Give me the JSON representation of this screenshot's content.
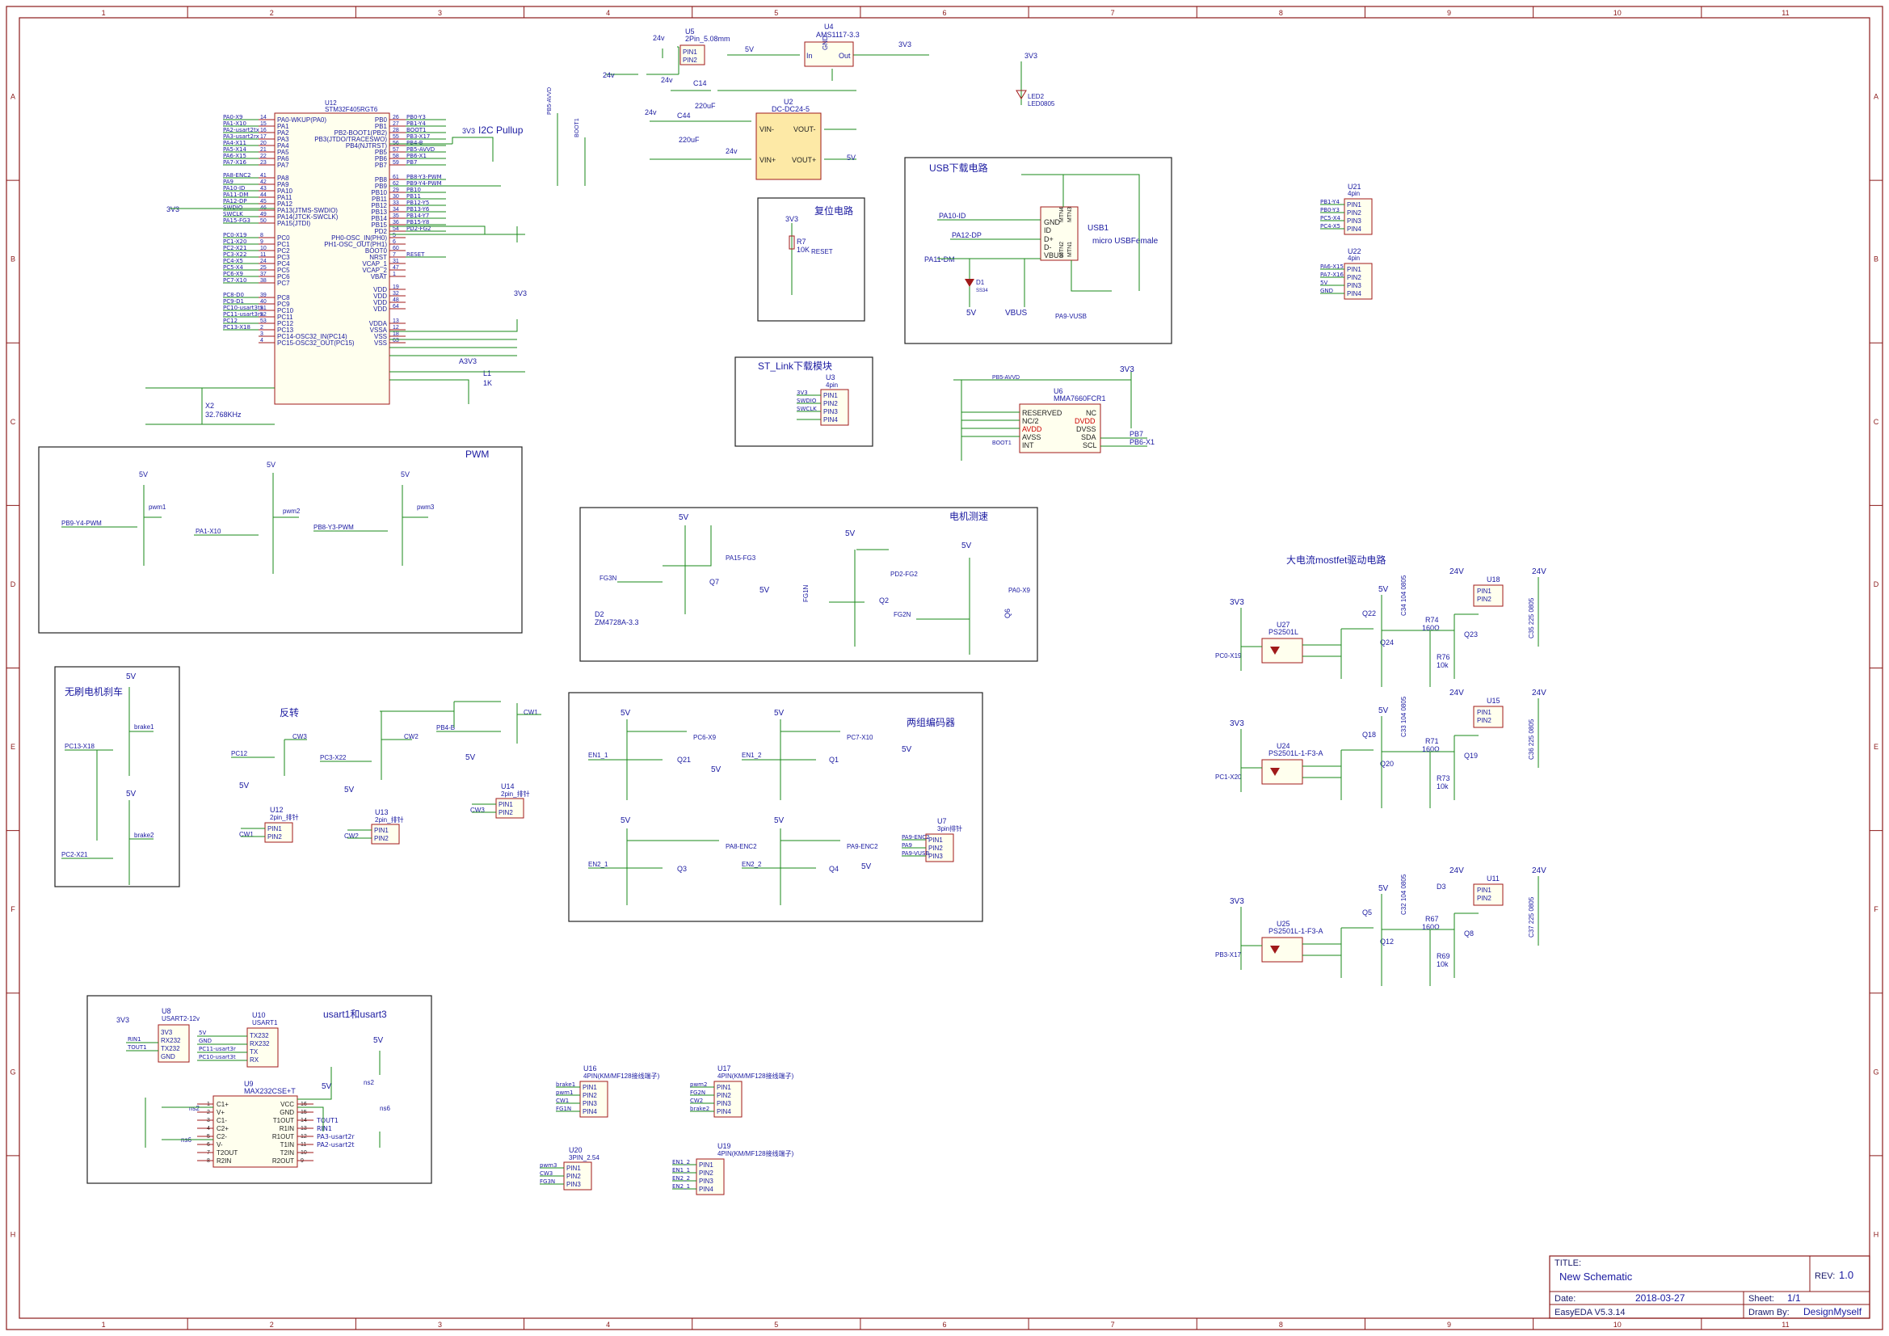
{
  "grid": {
    "cols": [
      "1",
      "2",
      "3",
      "4",
      "5",
      "6",
      "7",
      "8",
      "9",
      "10",
      "11"
    ],
    "rows": [
      "A",
      "B",
      "C",
      "D",
      "E",
      "F",
      "G",
      "H"
    ]
  },
  "blocks": {
    "i2c": "I2C Pullup",
    "usb": "USB下载电路",
    "reset": "复位电路",
    "stlink": "ST_Link下载模块",
    "pwm": "PWM",
    "motor_speed": "电机测速",
    "mosfet": "大电流mostfet驱动电路",
    "brake": "无刷电机刹车",
    "reverse": "反转",
    "encoder": "两组编码器",
    "uart": "usart1和usart3"
  },
  "mcu": {
    "ref": "U12",
    "part": "STM32F405RGT6",
    "left_pins": [
      {
        "net": "PA0-X9",
        "num": "14",
        "pin": "PA0-WKUP(PA0)"
      },
      {
        "net": "PA1-X10",
        "num": "15",
        "pin": "PA1"
      },
      {
        "net": "PA2-usart2tx",
        "num": "16",
        "pin": "PA2"
      },
      {
        "net": "PA3-usart2rx",
        "num": "17",
        "pin": "PA3"
      },
      {
        "net": "PA4-X11",
        "num": "20",
        "pin": "PA4"
      },
      {
        "net": "PA5-X14",
        "num": "21",
        "pin": "PA5"
      },
      {
        "net": "PA6-X15",
        "num": "22",
        "pin": "PA6"
      },
      {
        "net": "PA7-X16",
        "num": "23",
        "pin": "PA7"
      },
      {
        "net": "PA8-ENC2",
        "num": "41",
        "pin": "PA8"
      },
      {
        "net": "PA9",
        "num": "42",
        "pin": "PA9"
      },
      {
        "net": "PA10-ID",
        "num": "43",
        "pin": "PA10"
      },
      {
        "net": "PA11-DM",
        "num": "44",
        "pin": "PA11"
      },
      {
        "net": "PA12-DP",
        "num": "45",
        "pin": "PA12"
      },
      {
        "net": "SWDIO",
        "num": "46",
        "pin": "PA13(JTMS-SWDIO)"
      },
      {
        "net": "SWCLK",
        "num": "49",
        "pin": "PA14(JTCK-SWCLK)"
      },
      {
        "net": "PA15-FG3",
        "num": "50",
        "pin": "PA15(JTDI)"
      },
      {
        "net": "PC0-X19",
        "num": "8",
        "pin": "PC0"
      },
      {
        "net": "PC1-X20",
        "num": "9",
        "pin": "PC1"
      },
      {
        "net": "PC2-X21",
        "num": "10",
        "pin": "PC2"
      },
      {
        "net": "PC3-X22",
        "num": "11",
        "pin": "PC3"
      },
      {
        "net": "PC4-X5",
        "num": "24",
        "pin": "PC4"
      },
      {
        "net": "PC5-X4",
        "num": "25",
        "pin": "PC5"
      },
      {
        "net": "PC6-X9",
        "num": "37",
        "pin": "PC6"
      },
      {
        "net": "PC7-X10",
        "num": "38",
        "pin": "PC7"
      },
      {
        "net": "PC8-D0",
        "num": "39",
        "pin": "PC8"
      },
      {
        "net": "PC9-D1",
        "num": "40",
        "pin": "PC9"
      },
      {
        "net": "PC10-usart3tx",
        "num": "51",
        "pin": "PC10"
      },
      {
        "net": "PC11-usart3rx",
        "num": "52",
        "pin": "PC11"
      },
      {
        "net": "PC12",
        "num": "53",
        "pin": "PC12"
      },
      {
        "net": "PC13-X18",
        "num": "2",
        "pin": "PC13"
      },
      {
        "net": "",
        "num": "3",
        "pin": "PC14-OSC32_IN(PC14)"
      },
      {
        "net": "",
        "num": "4",
        "pin": "PC15-OSC32_OUT(PC15)"
      }
    ],
    "right_pins": [
      {
        "pin": "PB0",
        "num": "26",
        "net": "PB0-Y3"
      },
      {
        "pin": "PB1",
        "num": "27",
        "net": "PB1-Y4"
      },
      {
        "pin": "PB2-BOOT1(PB2)",
        "num": "28",
        "net": "BOOT1"
      },
      {
        "pin": "PB3(JTDO/TRACESWO)",
        "num": "55",
        "net": "PB3-X17"
      },
      {
        "pin": "PB4(NJTRST)",
        "num": "56",
        "net": "PB4-B"
      },
      {
        "pin": "PB5",
        "num": "57",
        "net": "PB5-AVVD"
      },
      {
        "pin": "PB6",
        "num": "58",
        "net": "PB6-X1"
      },
      {
        "pin": "PB7",
        "num": "59",
        "net": "PB7"
      },
      {
        "pin": "PB8",
        "num": "61",
        "net": "PB8-Y3-PWM"
      },
      {
        "pin": "PB9",
        "num": "62",
        "net": "PB9-Y4-PWM"
      },
      {
        "pin": "PB10",
        "num": "29",
        "net": "PB10"
      },
      {
        "pin": "PB11",
        "num": "30",
        "net": "PB11"
      },
      {
        "pin": "PB12",
        "num": "33",
        "net": "PB12-Y5"
      },
      {
        "pin": "PB13",
        "num": "34",
        "net": "PB13-Y6"
      },
      {
        "pin": "PB14",
        "num": "35",
        "net": "PB14-Y7"
      },
      {
        "pin": "PB15",
        "num": "36",
        "net": "PB15-Y8"
      },
      {
        "pin": "PD2",
        "num": "54",
        "net": "PD2-FG2"
      },
      {
        "pin": "PH0-OSC_IN(PH0)",
        "num": "5",
        "net": ""
      },
      {
        "pin": "PH1-OSC_OUT(PH1)",
        "num": "6",
        "net": ""
      },
      {
        "pin": "BOOT0",
        "num": "60",
        "net": ""
      },
      {
        "pin": "NRST",
        "num": "7",
        "net": "RESET"
      },
      {
        "pin": "VCAP_1",
        "num": "31",
        "net": ""
      },
      {
        "pin": "VCAP_2",
        "num": "47",
        "net": ""
      },
      {
        "pin": "VBAT",
        "num": "1",
        "net": ""
      },
      {
        "pin": "VDD",
        "num": "19",
        "net": ""
      },
      {
        "pin": "VDD",
        "num": "32",
        "net": ""
      },
      {
        "pin": "VDD",
        "num": "48",
        "net": ""
      },
      {
        "pin": "VDD",
        "num": "64",
        "net": ""
      },
      {
        "pin": "VDDA",
        "num": "13",
        "net": ""
      },
      {
        "pin": "VSSA",
        "num": "12",
        "net": ""
      },
      {
        "pin": "VSS",
        "num": "18",
        "net": ""
      },
      {
        "pin": "VSS",
        "num": "63",
        "net": ""
      }
    ]
  },
  "net_labels": {
    "v3v3": "3V3",
    "v5": "5V",
    "v24": "24v",
    "v24u": "24V",
    "a3v3": "A3V3",
    "vbus": "VBUS",
    "pa9_vusb": "PA9-VUSB",
    "reset": "RESET",
    "pb5_avvd": "PB5-AVVD",
    "boot1": "BOOT1",
    "pb7": "PB7",
    "pb6_x1": "PB6-X1",
    "pa10_id": "PA10-ID",
    "pa12_dp": "PA12-DP",
    "pa11_dm": "PA11-DM",
    "pb9_y4_pwm": "PB9-Y4-PWM",
    "pa1_x10": "PA1-X10",
    "pb8_y3_pwm": "PB8-Y3-PWM",
    "pwm1": "pwm1",
    "pwm2": "pwm2",
    "pwm3": "pwm3",
    "pa15_fg3": "PA15-FG3",
    "pd2_fg2": "PD2-FG2",
    "fg3n": "FG3N",
    "fg1n": "FG1N",
    "fg2n": "FG2N",
    "pa0_x9": "PA0-X9",
    "pc13_x18": "PC13-X18",
    "pc2_x21": "PC2-X21",
    "brake1": "brake1",
    "brake2": "brake2",
    "pc12": "PC12",
    "pc3_x22": "PC3-X22",
    "pb4_b": "PB4-B",
    "cw1": "CW1",
    "cw2": "CW2",
    "cw3": "CW3",
    "pc6_x9": "PC6-X9",
    "pc7_x10": "PC7-X10",
    "en1_1": "EN1_1",
    "en1_2": "EN1_2",
    "en2_1": "EN2_1",
    "en2_2": "EN2_2",
    "pa8_enc2": "PA8-ENC2",
    "pa9_enc2": "PA9-ENC2",
    "pc0_x19": "PC0-X19",
    "pc1_x20": "PC1-X20",
    "pb3_x17": "PB3-X17",
    "rin1": "RIN1",
    "tout1": "TOUT1",
    "pa3_usart2r": "PA3-usart2r",
    "pa2_usart2t": "PA2-usart2t",
    "pc11_usart3r": "PC11-usart3r",
    "pc10_usart3t": "PC10-usart3t",
    "ns2": "ns2",
    "ns6": "ns6",
    "gnd": "GND"
  },
  "parts": {
    "u5": {
      "ref": "U5",
      "val": "2Pin_5.08mm"
    },
    "u4": {
      "ref": "U4",
      "val": "AMS1117-3.3"
    },
    "c14": {
      "ref": "C14",
      "val": "220uF"
    },
    "c44": {
      "ref": "C44",
      "val": "220uF"
    },
    "u2": {
      "ref": "U2",
      "val": "DC-DC24-5"
    },
    "led2": {
      "ref": "LED2",
      "val": "LED0805"
    },
    "r7": {
      "ref": "R7",
      "val": "10K"
    },
    "usb1": {
      "ref": "USB1",
      "val": "micro USBFemale"
    },
    "d1": {
      "ref": "D1",
      "val": "SS34"
    },
    "u21": {
      "ref": "U21",
      "val": "4pin"
    },
    "u22": {
      "ref": "U22",
      "val": "4pin"
    },
    "u3": {
      "ref": "U3",
      "val": "4pin"
    },
    "u6": {
      "ref": "U6",
      "val": "MMA7660FCR1"
    },
    "x2": {
      "ref": "X2",
      "val": "32.768KHz"
    },
    "l1": {
      "ref": "L1",
      "val": "1K"
    },
    "d2": {
      "ref": "D2",
      "val": "ZM4728A-3.3"
    },
    "q7": {
      "ref": "Q7"
    },
    "q2": {
      "ref": "Q2"
    },
    "q6": {
      "ref": "Q6"
    },
    "u27": {
      "ref": "U27",
      "val": "PS2501L"
    },
    "u24": {
      "ref": "U24",
      "val": "PS2501L-1-F3-A"
    },
    "u25": {
      "ref": "U25",
      "val": "PS2501L-1-F3-A"
    },
    "q22": {
      "ref": "Q22"
    },
    "q24": {
      "ref": "Q24"
    },
    "q23": {
      "ref": "Q23"
    },
    "q18": {
      "ref": "Q18"
    },
    "q20": {
      "ref": "Q20"
    },
    "q19": {
      "ref": "Q19"
    },
    "q5": {
      "ref": "Q5"
    },
    "q12": {
      "ref": "Q12"
    },
    "q8": {
      "ref": "Q8"
    },
    "r74": {
      "ref": "R74",
      "val": "160Ω"
    },
    "r76": {
      "ref": "R76",
      "val": "10k"
    },
    "r71": {
      "ref": "R71",
      "val": "160Ω"
    },
    "r73": {
      "ref": "R73",
      "val": "10k"
    },
    "r67": {
      "ref": "R67",
      "val": "160Ω"
    },
    "r69": {
      "ref": "R69",
      "val": "10k"
    },
    "u18": {
      "ref": "U18"
    },
    "u15": {
      "ref": "U15"
    },
    "u11": {
      "ref": "U11"
    },
    "c35": {
      "ref": "C35",
      "val": "225 0805"
    },
    "c36": {
      "ref": "C36",
      "val": "225 0805"
    },
    "c37": {
      "ref": "C37",
      "val": "225 0805"
    },
    "c34": {
      "ref": "C34",
      "val": "104 0805"
    },
    "c33": {
      "ref": "C33",
      "val": "104 0805"
    },
    "c32": {
      "ref": "C32",
      "val": "104 0805"
    },
    "d3": {
      "ref": "D3"
    },
    "u12b": {
      "ref": "U12",
      "val": "2pin_排针"
    },
    "u13": {
      "ref": "U13",
      "val": "2pin_排针"
    },
    "u14": {
      "ref": "U14",
      "val": "2pin_排针"
    },
    "q21": {
      "ref": "Q21"
    },
    "q1": {
      "ref": "Q1"
    },
    "q3": {
      "ref": "Q3"
    },
    "q4": {
      "ref": "Q4"
    },
    "u7": {
      "ref": "U7",
      "val": "3pin排针"
    },
    "u8": {
      "ref": "U8",
      "val": "USART2-12v"
    },
    "u10": {
      "ref": "U10",
      "val": "USART1"
    },
    "u9": {
      "ref": "U9",
      "val": "MAX232CSE+T"
    },
    "u16": {
      "ref": "U16",
      "val": "4PIN(KM/MF128接线端子)"
    },
    "u17": {
      "ref": "U17",
      "val": "4PIN(KM/MF128接线端子)"
    },
    "u20": {
      "ref": "U20",
      "val": "3PIN_2.54"
    },
    "u19": {
      "ref": "U19",
      "val": "4PIN(KM/MF128接线端子)"
    }
  },
  "pin_names": {
    "pin1": "PIN1",
    "pin2": "PIN2",
    "pin3": "PIN3",
    "pin4": "PIN4",
    "vin_minus": "VIN-",
    "vin_plus": "VIN+",
    "vout_minus": "VOUT-",
    "vout_plus": "VOUT+",
    "in": "In",
    "out": "Out",
    "gnd": "GND",
    "usb_gnd": "GND",
    "usb_id": "ID",
    "usb_dp": "D+",
    "usb_dm": "D-",
    "usb_vbus": "VBUS",
    "mtn1": "MTN1",
    "mtn2": "MTN2",
    "mtn3": "MTN3",
    "mtn4": "MTN4",
    "acc_reserved": "RESERVED",
    "acc_nc2": "NC/2",
    "acc_avdd": "AVDD",
    "acc_avss": "AVSS",
    "acc_int": "INT",
    "acc_nc": "NC",
    "acc_dvdd": "DVDD",
    "acc_dvss": "DVSS",
    "acc_sda": "SDA",
    "acc_scl": "SCL",
    "max_c1p": "C1+",
    "max_vp": "V+",
    "max_c1m": "C1-",
    "max_c2p": "C2+",
    "max_c2m": "C2-",
    "max_vm": "V-",
    "max_t2out": "T2OUT",
    "max_r2in": "R2IN",
    "max_vcc": "VCC",
    "max_gnd": "GND",
    "max_t1out": "T1OUT",
    "max_r1in": "R1IN",
    "max_r1out": "R1OUT",
    "max_t1in": "T1IN",
    "max_t2in": "T2IN",
    "max_r2out": "R2OUT",
    "u8_3v3": "3V3",
    "u8_rx": "RX232",
    "u8_tx": "TX232",
    "u8_gnd": "GND",
    "u10_tx": "TX232",
    "u10_rx": "RX232",
    "u10_tx2": "TX",
    "u10_rx2": "RX"
  },
  "conn_nets": {
    "u21": [
      "PB1-Y4",
      "PB0-Y3",
      "PC5-X4",
      "PC4-X5"
    ],
    "u22": [
      "PA6-X15",
      "PA7-X16",
      "5V",
      "GND"
    ],
    "u3": [
      "3V3",
      "SWDIO",
      "SWCLK",
      ""
    ],
    "u16": [
      "brake1",
      "pwm1",
      "CW1",
      "FG1N"
    ],
    "u17": [
      "pwm2",
      "FG2N",
      "CW2",
      "brake2"
    ],
    "u20": [
      "pwm3",
      "CW3",
      "FG3N"
    ],
    "u19": [
      "EN1_2",
      "EN1_1",
      "EN2_2",
      "EN2_1"
    ],
    "u7": [
      "PA9-ENC2",
      "PA9",
      "PA9-VUSB"
    ],
    "u8": [
      "RIN1",
      "TOUT1"
    ],
    "u10": [
      "5V",
      "GND",
      "PC11-usart3r",
      "PC10-usart3t"
    ]
  },
  "title_block": {
    "title_label": "TITLE:",
    "title": "New Schematic",
    "rev_label": "REV:",
    "rev": "1.0",
    "date_label": "Date:",
    "date": "2018-03-27",
    "sheet_label": "Sheet:",
    "sheet": "1/1",
    "tool": "EasyEDA V5.3.14",
    "drawn_label": "Drawn By:",
    "drawn": "DesignMyself"
  },
  "colors": {
    "frame": "#8b1a1a",
    "wire": "#1a8a1a",
    "text_blue": "#1a1aa0",
    "part": "#a01a1a",
    "body_fill": "#ffffee",
    "u2_fill": "#fde9a6"
  }
}
